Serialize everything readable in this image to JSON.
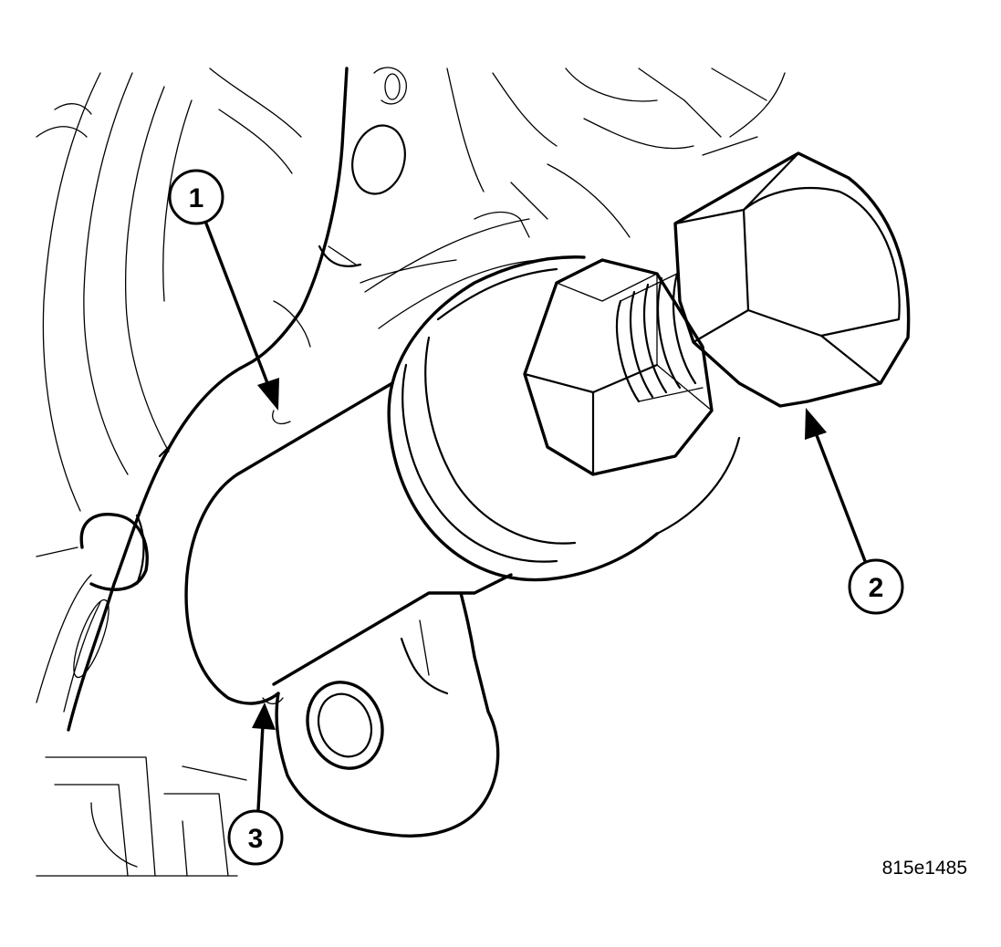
{
  "figure": {
    "callouts": [
      {
        "id": "1",
        "label": "1"
      },
      {
        "id": "2",
        "label": "2"
      },
      {
        "id": "3",
        "label": "3"
      }
    ],
    "figure_id": "815e1485",
    "colors": {
      "line": "#000000",
      "background": "#ffffff"
    }
  }
}
